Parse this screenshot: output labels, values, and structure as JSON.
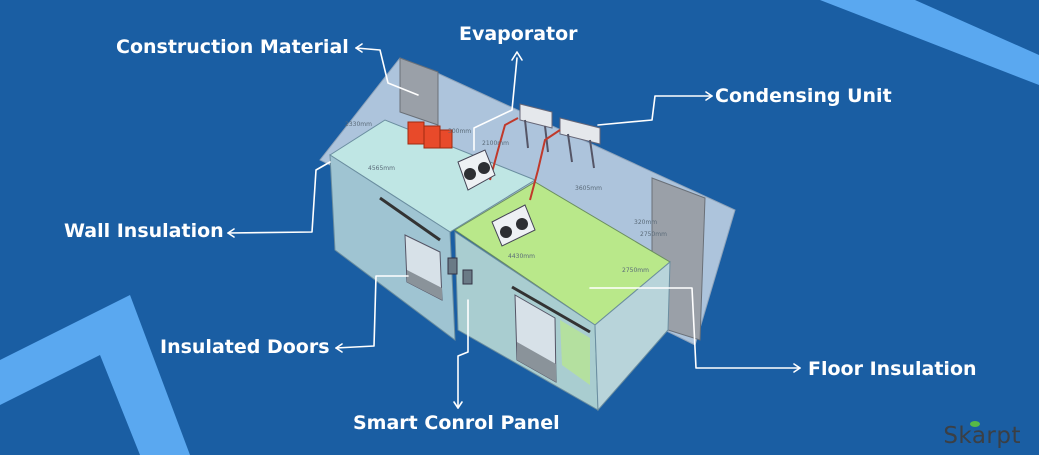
{
  "labels": {
    "construction_material": "Construction Material",
    "evaporator": "Evaporator",
    "condensing_unit": "Condensing Unit",
    "wall_insulation": "Wall Insulation",
    "insulated_doors": "Insulated Doors",
    "floor_insulation": "Floor Insulation",
    "smart_control_panel": "Smart Conrol Panel"
  },
  "dimensions": [
    "2330mm",
    "4565mm",
    "2100mm",
    "300mm",
    "3605mm",
    "320mm",
    "4430mm",
    "2750mm",
    "2750mm"
  ],
  "logo": "Skarpt",
  "colors": {
    "background": "#1a5ea3",
    "accent": "#5aa8f0",
    "floor_green": "#b9e88a",
    "cyan_tint": "#bfe6e4",
    "refrigerant_red": "#e84a2a",
    "logo_green": "#57b947"
  }
}
